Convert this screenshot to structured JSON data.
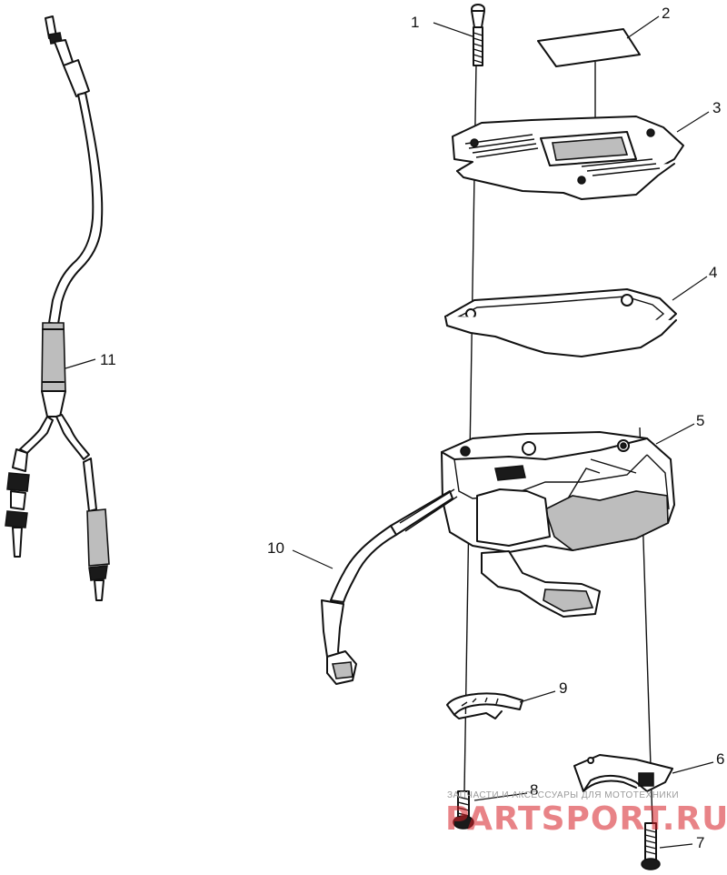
{
  "labels": [
    {
      "id": "p1",
      "text": "1"
    },
    {
      "id": "p2",
      "text": "2"
    },
    {
      "id": "p3",
      "text": "3"
    },
    {
      "id": "p4",
      "text": "4"
    },
    {
      "id": "p5",
      "text": "5"
    },
    {
      "id": "p6",
      "text": "6"
    },
    {
      "id": "p7",
      "text": "7"
    },
    {
      "id": "p8",
      "text": "8"
    },
    {
      "id": "p9",
      "text": "9"
    },
    {
      "id": "p10",
      "text": "10"
    },
    {
      "id": "p11",
      "text": "11"
    }
  ],
  "watermark": {
    "caption": "ЗАПЧАСТИ И АКСЕССУАРЫ ДЛЯ МОТОТЕХНИКИ",
    "brand": "PARTSPORT.RU",
    "brand_color": "#d61f26"
  }
}
